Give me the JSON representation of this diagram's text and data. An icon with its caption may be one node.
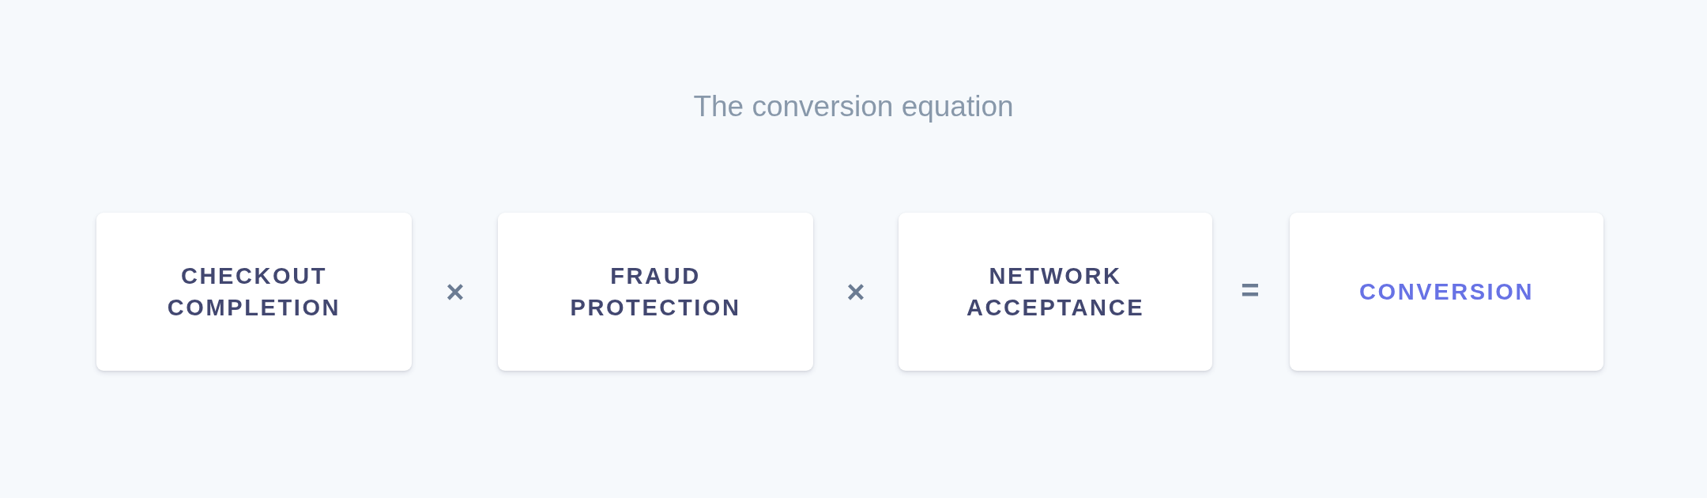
{
  "diagram": {
    "title": "The conversion equation",
    "nodes": [
      {
        "text": [
          "CHECKOUT COMPLETION"
        ]
      },
      {
        "text": [
          "FRAUD PROTECTION"
        ]
      },
      {
        "text": [
          "NETWORK ACCEPTANCE"
        ]
      },
      {
        "text": [
          "CONVERSION"
        ]
      }
    ],
    "labels": [
      "×",
      "×",
      "="
    ]
  }
}
